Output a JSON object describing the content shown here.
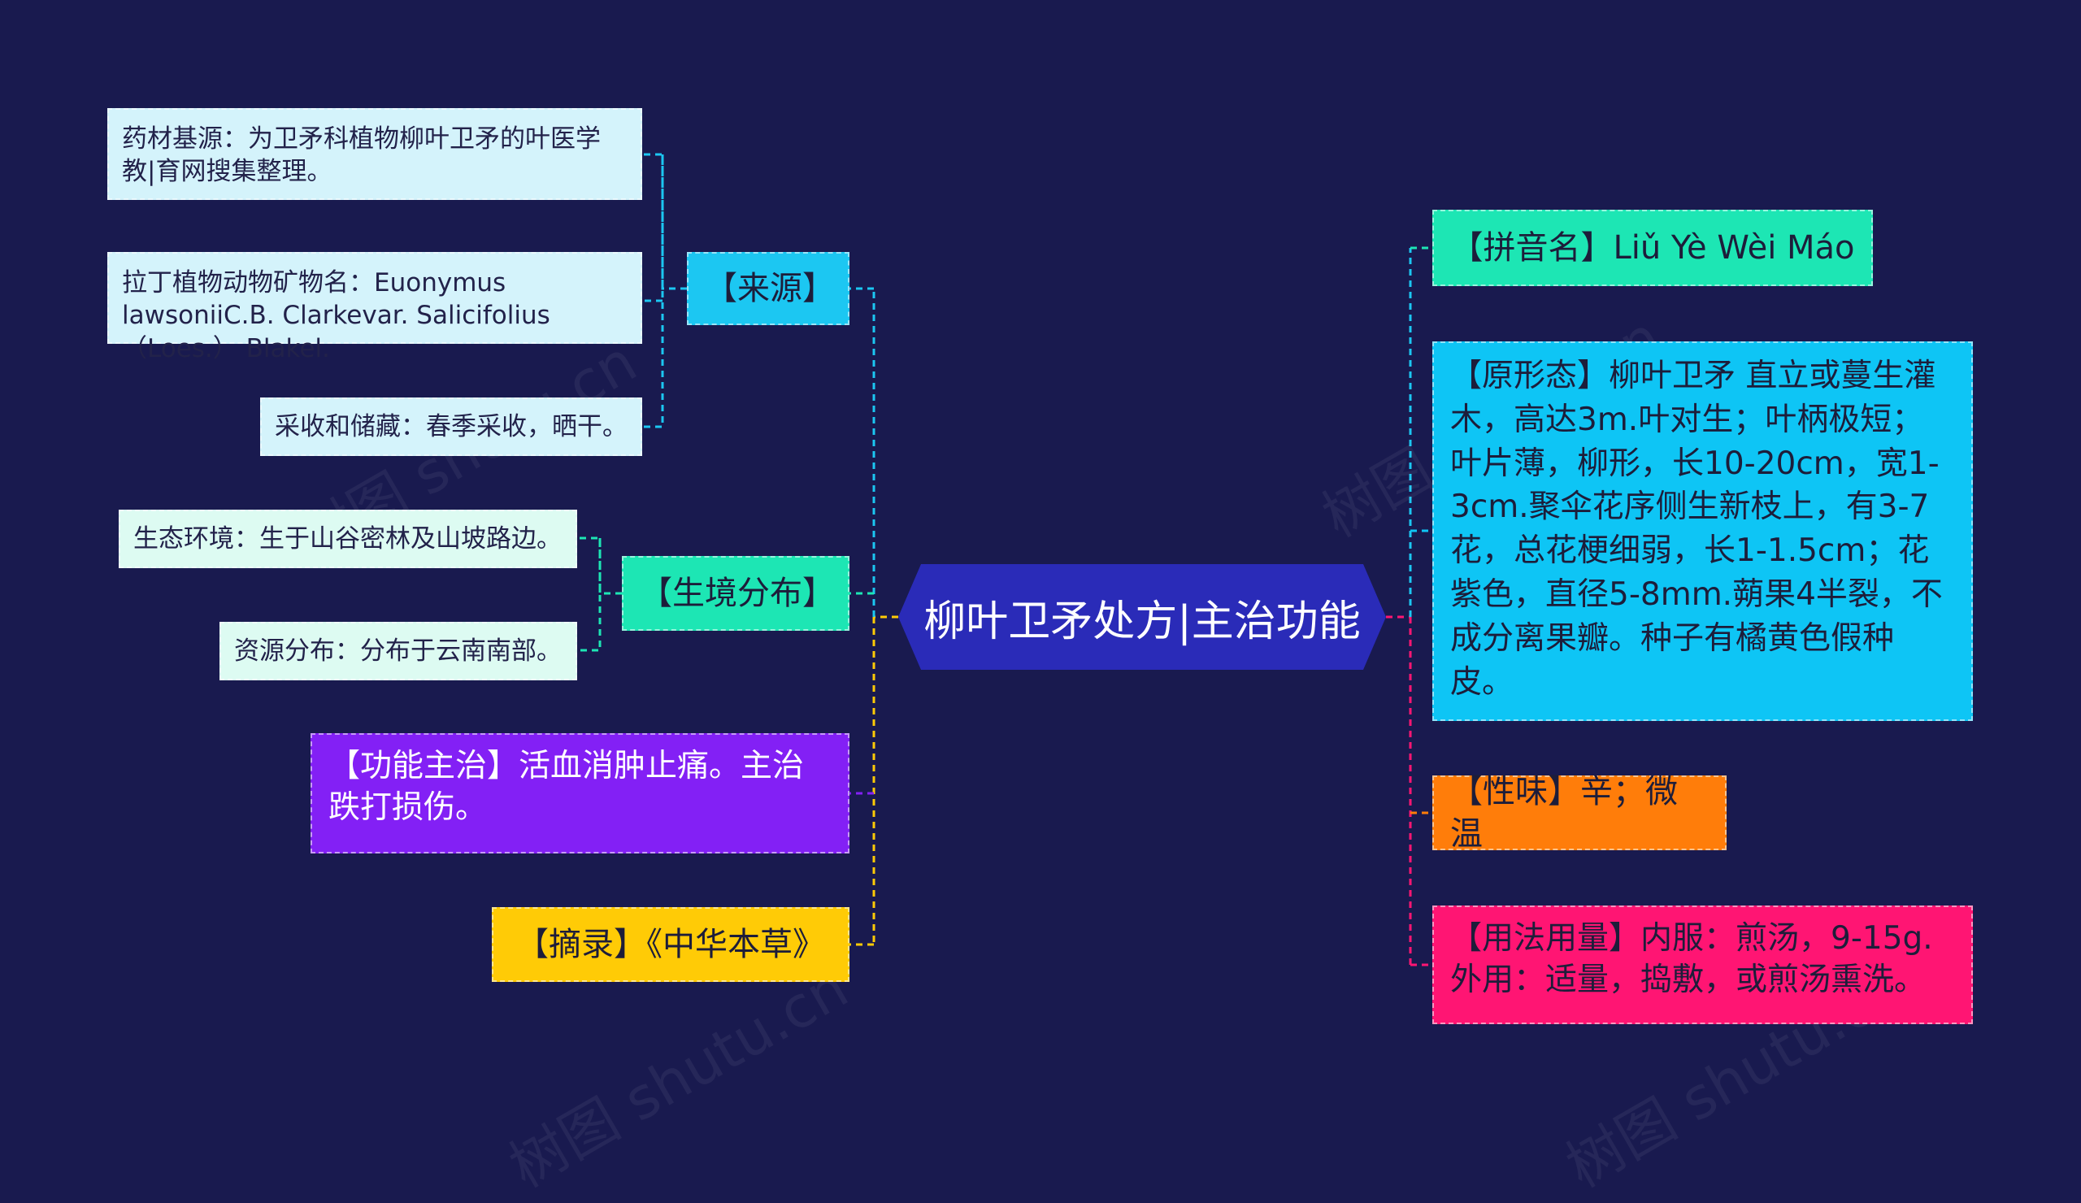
{
  "title": "柳叶卫矛处方|主治功能",
  "watermark": "树图 shutu.cn",
  "colors": {
    "background": "#191a4f",
    "center": "#2a2bb8",
    "source": "#1cc7f2",
    "source_leaf": "#d4f3fb",
    "habitat": "#1de6b4",
    "habitat_leaf": "#ddfbf2",
    "function": "#8320f5",
    "excerpt": "#ffcb06",
    "pinyin": "#1de6b4",
    "morphology": "#0ec5f5",
    "taste": "#ff7d0a",
    "usage": "#ff1573"
  },
  "left": {
    "source": {
      "label": "【来源】",
      "children": [
        "药材基源：为卫矛科植物柳叶卫矛的叶医学教|育网搜集整理。",
        "拉丁植物动物矿物名：Euonymus lawsoniiC.B. Clarkevar. Salicifolius（Loes.） Blakel.",
        "采收和储藏：春季采收，晒干。"
      ]
    },
    "habitat": {
      "label": "【生境分布】",
      "children": [
        "生态环境：生于山谷密林及山坡路边。",
        "资源分布：分布于云南南部。"
      ]
    },
    "function": {
      "label": "【功能主治】活血消肿止痛。主治跌打损伤。"
    },
    "excerpt": {
      "label": "【摘录】《中华本草》"
    }
  },
  "right": {
    "pinyin": {
      "label": "【拼音名】Liǔ Yè Wèi Máo"
    },
    "morphology": {
      "label": "【原形态】柳叶卫矛 直立或蔓生灌木，高达3m.叶对生；叶柄极短；叶片薄，柳形，长10-20cm，宽1-3cm.聚伞花序侧生新枝上，有3-7花，总花梗细弱，长1-1.5cm；花紫色，直径5-8mm.蒴果4半裂，不成分离果瓣。种子有橘黄色假种皮。"
    },
    "taste": {
      "label": "【性味】辛；微温"
    },
    "usage": {
      "label": "【用法用量】内服：煎汤，9-15g.外用：适量，捣敷，或煎汤熏洗。"
    }
  }
}
